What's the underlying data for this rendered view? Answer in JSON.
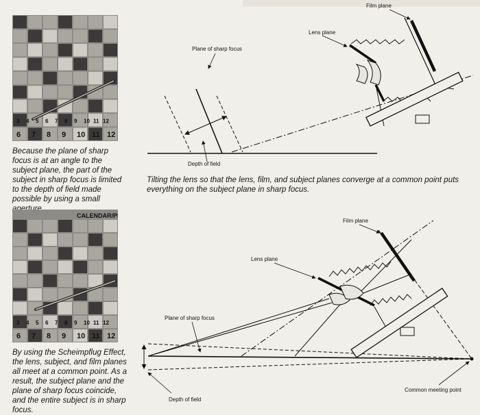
{
  "top_diagram": {
    "labels": {
      "film_plane": "Film plane",
      "lens_plane": "Lens plane",
      "plane_of_sharp_focus": "Plane of sharp focus",
      "depth_of_field": "Depth of field"
    },
    "caption_photo": "Because the plane of sharp focus is at an angle to the subject plane, the part of the subject in sharp focus is limited to the depth of field made possible by using a small aperture.",
    "caption_diagram": "Tilting the lens so that the lens, film, and subject planes converge at a common point puts everything on the subject plane in sharp focus."
  },
  "bottom_diagram": {
    "labels": {
      "film_plane": "Film plane",
      "lens_plane": "Lens plane",
      "plane_of_sharp_focus": "Plane of sharp focus",
      "depth_of_field": "Depth of field",
      "common_meeting_point": "Common meeting point"
    },
    "caption_photo": "By using the Scheimpflug Effect, the lens, subject, and film planes all meet at a common point. As a result, the subject plane and the plane of sharp focus coincide, and the entire subject is in sharp focus."
  },
  "photos": {
    "top_grid_numbers": [
      "6",
      "7",
      "8",
      "9",
      "10",
      "11",
      "12"
    ],
    "top_grid_numbers_row2": [
      "3",
      "4",
      "5",
      "6",
      "7",
      "8",
      "9",
      "10",
      "11",
      "12"
    ],
    "bottom_banner": "CALENDAR/PLA",
    "bottom_grid_numbers": [
      "6",
      "7",
      "8",
      "9",
      "10",
      "11",
      "12"
    ],
    "bottom_grid_numbers_row2": [
      "3",
      "4",
      "5",
      "6",
      "7",
      "8",
      "9",
      "10",
      "11",
      "12"
    ]
  }
}
